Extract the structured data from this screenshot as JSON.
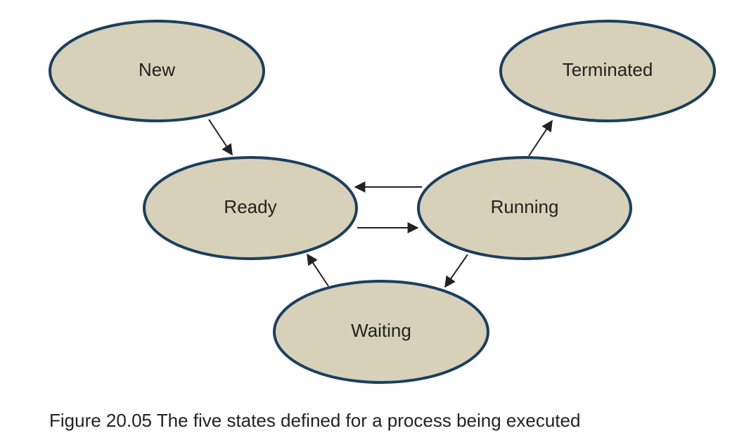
{
  "diagram": {
    "states": {
      "new": "New",
      "ready": "Ready",
      "running": "Running",
      "waiting": "Waiting",
      "terminated": "Terminated"
    },
    "transitions": [
      {
        "from": "New",
        "to": "Ready"
      },
      {
        "from": "Ready",
        "to": "Running"
      },
      {
        "from": "Running",
        "to": "Ready"
      },
      {
        "from": "Running",
        "to": "Terminated"
      },
      {
        "from": "Running",
        "to": "Waiting"
      },
      {
        "from": "Waiting",
        "to": "Ready"
      }
    ]
  },
  "caption": "Figure 20.05 The five states defined for a process being executed",
  "colors": {
    "state_fill": "#d6d1b8",
    "state_border": "#1c3f5e",
    "arrow": "#222222"
  }
}
